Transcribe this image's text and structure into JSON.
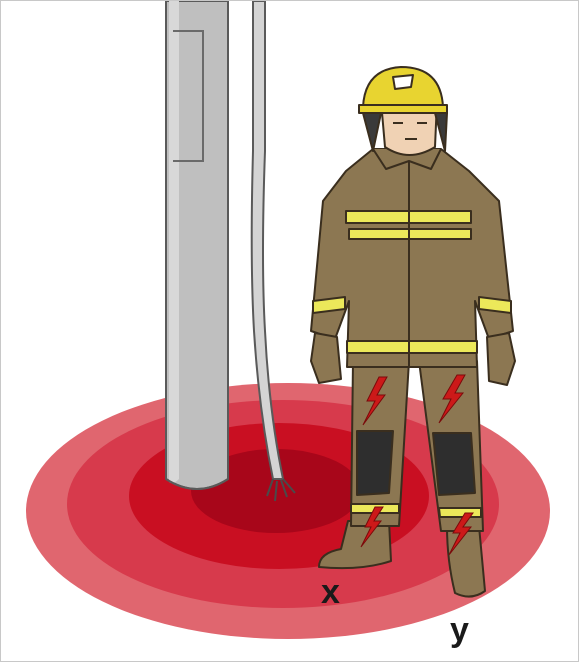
{
  "labels": {
    "foot_x": "x",
    "foot_y": "y"
  },
  "colors": {
    "ring_outer": "#e0666f",
    "ring_mid": "#d73a4c",
    "ring_inner": "#c90f22",
    "ring_core": "#a8061a",
    "pole": "#bfbfbf",
    "cable": "#d4d4d4",
    "uniform": "#8c7752",
    "reflective_stripe": "#ece85a",
    "lightning": "#cc1919",
    "helmet": "#e8d430",
    "label_text": "#1a1a1a"
  },
  "icons": [
    "utility-pole",
    "fallen-power-cable",
    "firefighter",
    "lightning-bolt-icon",
    "ground-voltage-zone"
  ]
}
